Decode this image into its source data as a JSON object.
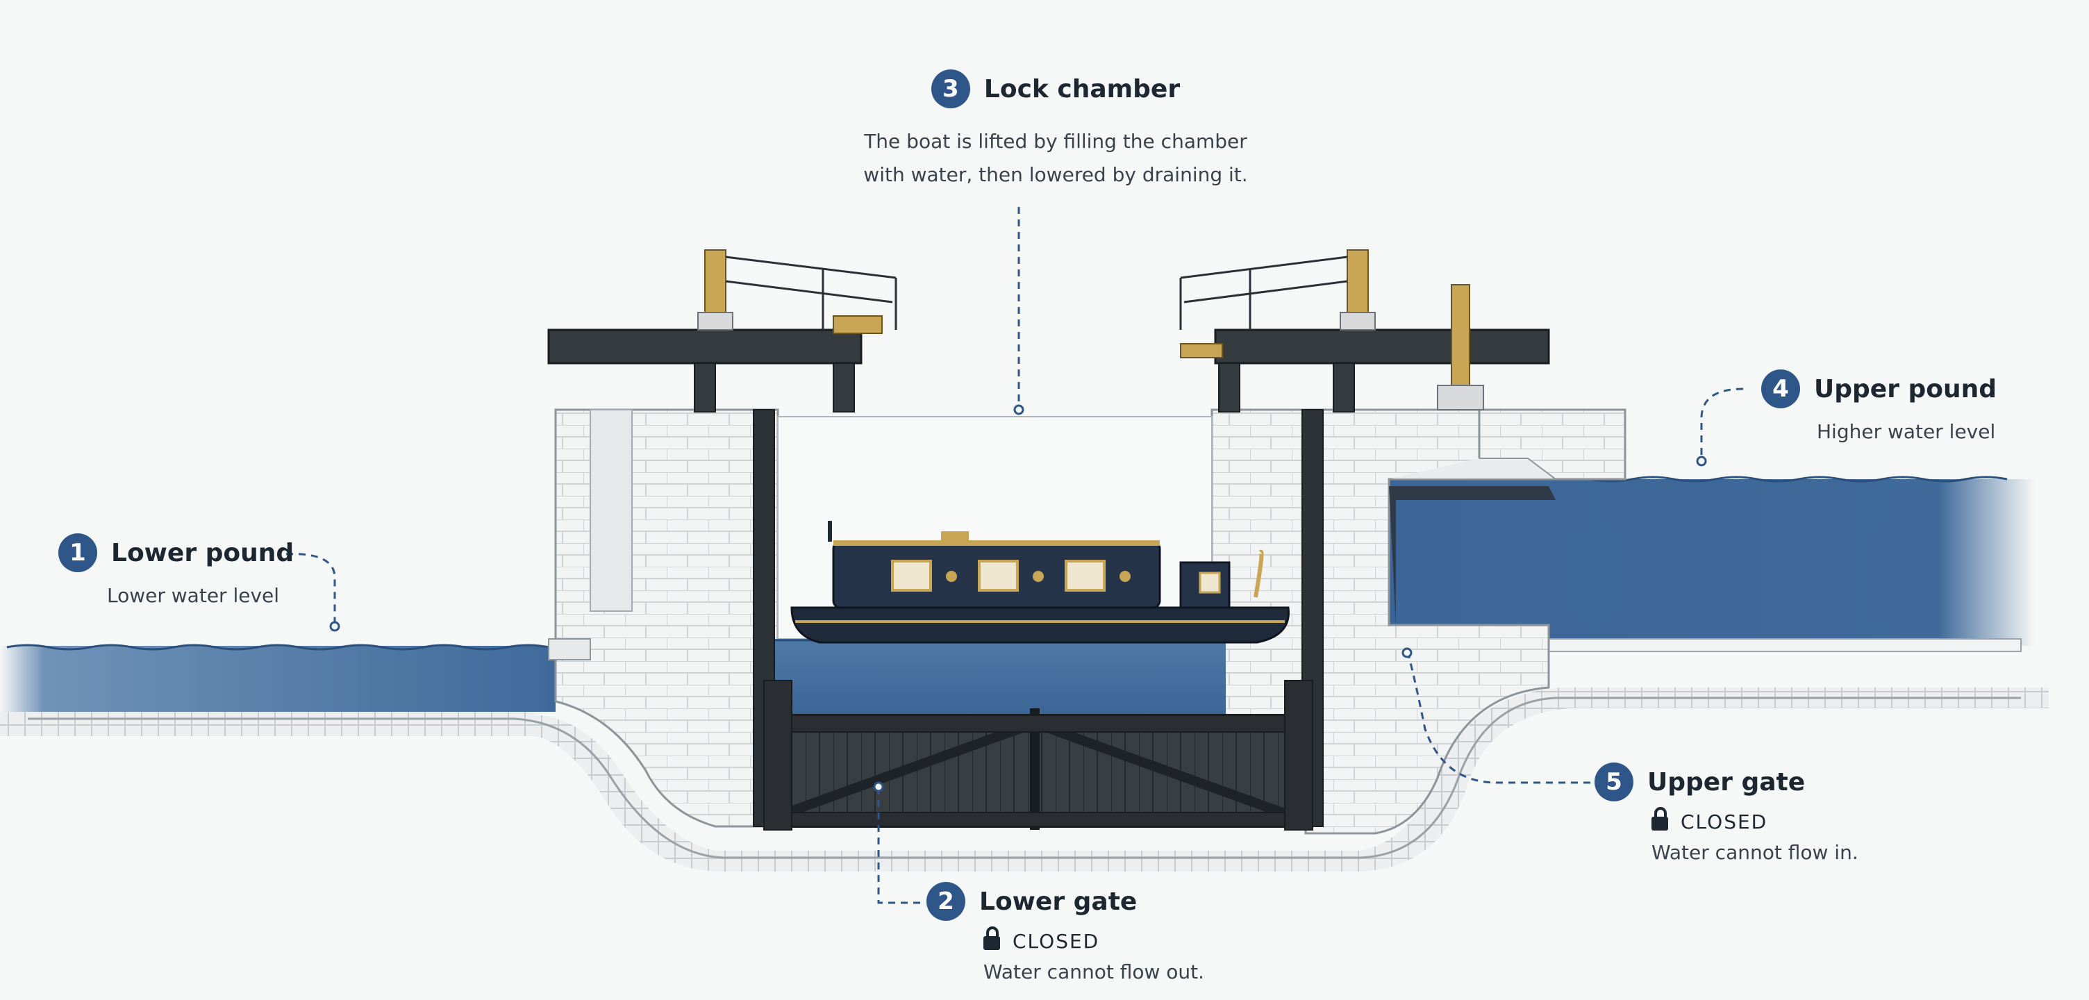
{
  "colors": {
    "water": "#3f6a9a",
    "water_light": "#9cb6d1",
    "badge": "#2f5689",
    "stone": "#f1f2f2",
    "wood": "#33373b",
    "leader": "#2f5689"
  },
  "labels": {
    "lock_chamber": {
      "number": "3",
      "title": "Lock chamber",
      "line1": "The boat is lifted by filling the chamber",
      "line2": "with water, then lowered by draining it."
    },
    "lower_pound": {
      "number": "1",
      "title": "Lower pound",
      "desc": "Lower water level"
    },
    "upper_pound": {
      "number": "4",
      "title": "Upper pound",
      "desc": "Higher water level"
    },
    "upper_gate": {
      "number": "5",
      "title": "Upper gate",
      "status": "CLOSED",
      "desc": "Water cannot flow in.",
      "icon": "lock-icon"
    },
    "lower_gate": {
      "number": "2",
      "title": "Lower gate",
      "status": "CLOSED",
      "desc": "Water cannot flow out.",
      "icon": "lock-icon"
    }
  }
}
